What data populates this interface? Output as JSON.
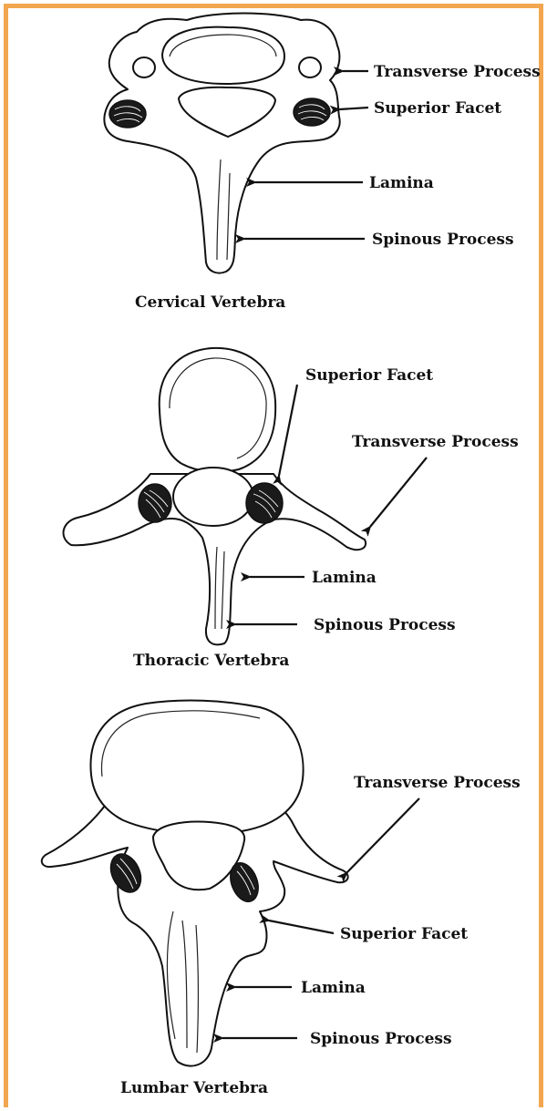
{
  "colors": {
    "frame": "#f2a650",
    "ink": "#111111"
  },
  "cervical": {
    "caption": "Cervical Vertebra",
    "labels": {
      "transverse_process": "Transverse Process",
      "superior_facet": "Superior Facet",
      "lamina": "Lamina",
      "spinous_process": "Spinous Process"
    }
  },
  "thoracic": {
    "caption": "Thoracic Vertebra",
    "labels": {
      "superior_facet": "Superior Facet",
      "transverse_process": "Transverse Process",
      "lamina": "Lamina",
      "spinous_process": "Spinous Process"
    }
  },
  "lumbar": {
    "caption": "Lumbar Vertebra",
    "labels": {
      "transverse_process": "Transverse Process",
      "superior_facet": "Superior Facet",
      "lamina": "Lamina",
      "spinous_process": "Spinous Process"
    }
  }
}
